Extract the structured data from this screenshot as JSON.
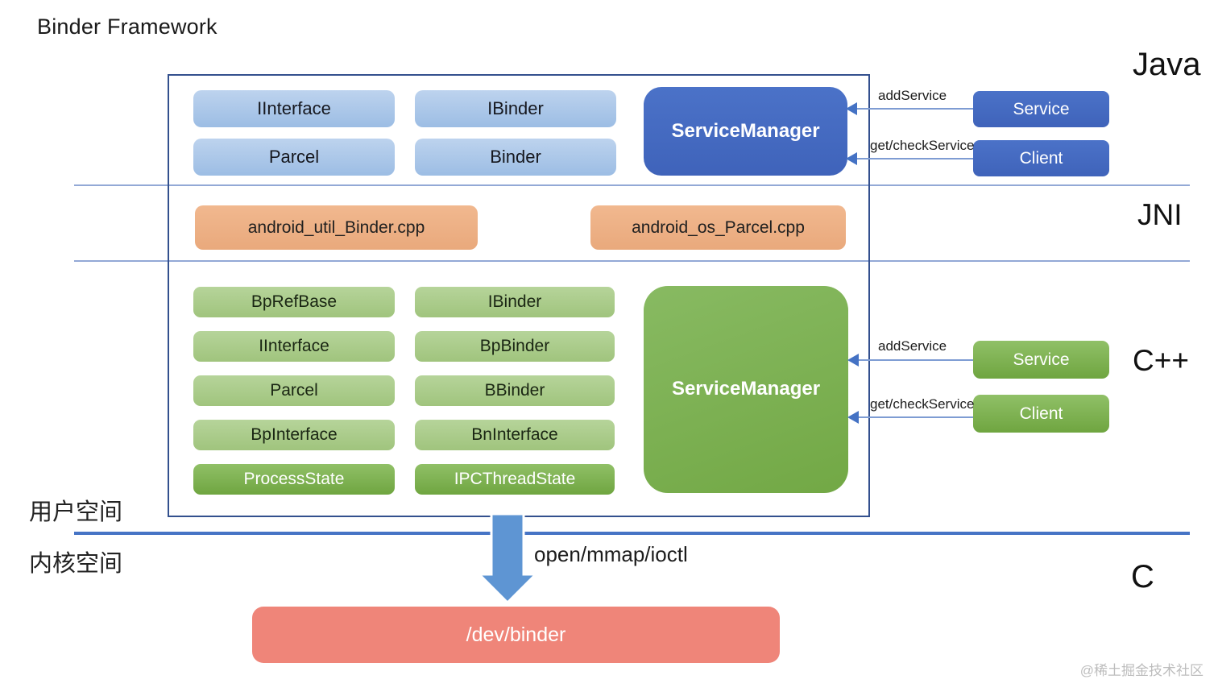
{
  "title": "Binder Framework",
  "watermark": "@稀土掘金技术社区",
  "layer_labels": {
    "java": "Java",
    "jni": "JNI",
    "cpp": "C++",
    "c": "C"
  },
  "java_layer": {
    "classes": [
      "IInterface",
      "IBinder",
      "Parcel",
      "Binder"
    ],
    "service_manager": "ServiceManager",
    "service": "Service",
    "client": "Client",
    "arrows": {
      "add_service": "addService",
      "get_check_service": "get/checkService"
    }
  },
  "jni_layer": {
    "files": [
      "android_util_Binder.cpp",
      "android_os_Parcel.cpp"
    ]
  },
  "cpp_layer": {
    "left_classes": [
      "BpRefBase",
      "IInterface",
      "Parcel",
      "BpInterface"
    ],
    "right_classes": [
      "IBinder",
      "BpBinder",
      "BBinder",
      "BnInterface"
    ],
    "state_classes": [
      "ProcessState",
      "IPCThreadState"
    ],
    "service_manager": "ServiceManager",
    "service": "Service",
    "client": "Client",
    "arrows": {
      "add_service": "addService",
      "get_check_service": "get/checkService"
    }
  },
  "kernel_layer": {
    "user_space": "用户空间",
    "kernel_space": "内核空间",
    "syscalls": "open/mmap/ioctl",
    "device": "/dev/binder"
  },
  "colors": {
    "java_class_box": "#a9c6e8",
    "java_accent": "#4470c4",
    "jni_box": "#eeb187",
    "cpp_class_box": "#a9cd8a",
    "cpp_accent": "#74aa46",
    "kernel_device": "#ef8579",
    "down_arrow": "#5e95d3",
    "kernel_line": "#4674c5",
    "boundary_border": "#33508e"
  }
}
